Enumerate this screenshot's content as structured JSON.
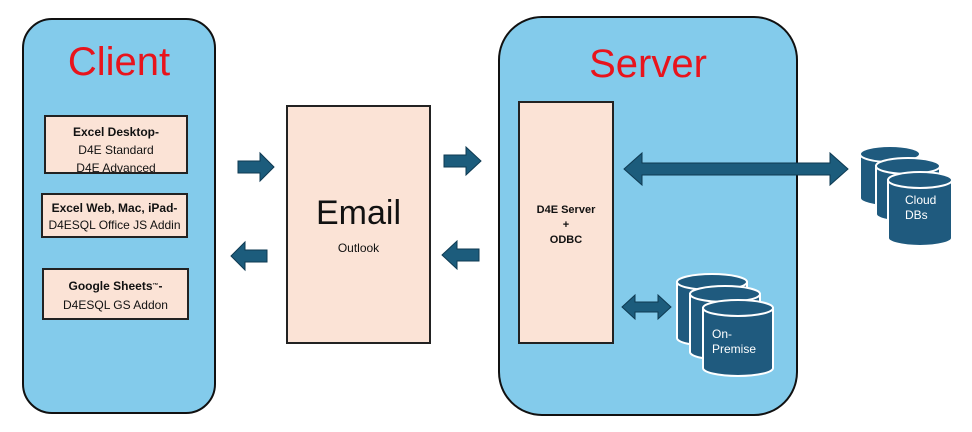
{
  "client": {
    "title": "Client",
    "excel_desktop": {
      "title": "Excel Desktop-",
      "line1": "D4E Standard",
      "line2": "D4E Advanced"
    },
    "excel_web": {
      "title": "Excel Web, Mac, iPad-",
      "line1": "D4ESQL Office JS Addin"
    },
    "google_sheets": {
      "title": "Google Sheets",
      "mark": "™",
      "dash": "-",
      "line1": "D4ESQL GS Addon"
    }
  },
  "email": {
    "title": "Email",
    "subtitle": "Outlook"
  },
  "server": {
    "title": "Server",
    "box_line1": "D4E Server",
    "box_line2": "+",
    "box_line3": "ODBC"
  },
  "databases": {
    "cloud": {
      "line1": "Cloud",
      "line2": "DBs"
    },
    "on_premise": {
      "line1": "On-",
      "line2": "Premise"
    }
  },
  "colors": {
    "panel": "#83cbeb",
    "box": "#fbe3d6",
    "title": "#e8141c",
    "arrow": "#1c5c7c",
    "db": "#1f5a7e"
  }
}
